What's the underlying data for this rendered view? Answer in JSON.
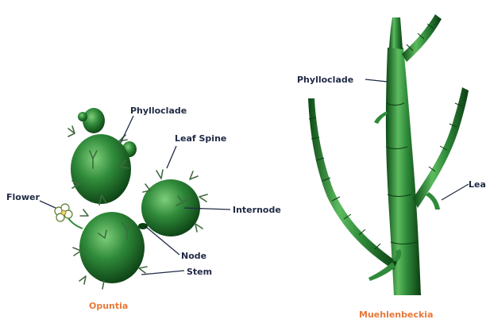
{
  "opuntia": {
    "caption": "Opuntia",
    "labels": {
      "phylloclade": "Phylloclade",
      "leaf_spine": "Leaf Spine",
      "flower": "Flower",
      "internode": "Internode",
      "node": "Node",
      "stem": "Stem"
    }
  },
  "muehlenbeckia": {
    "caption": "Muehlenbeckia",
    "labels": {
      "phylloclade": "Phylloclade",
      "leaf": "Lea"
    }
  },
  "colors": {
    "plant_green": "#2f8a3a",
    "plant_dark": "#0b3d12",
    "label_text": "#1f2a44",
    "caption_text": "#e8793a"
  }
}
